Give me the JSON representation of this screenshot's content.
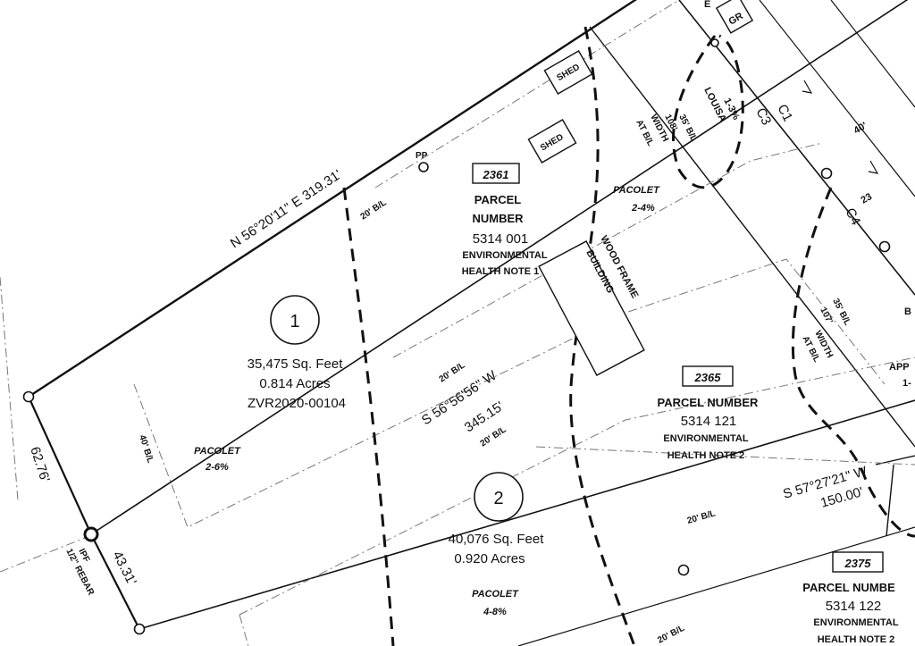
{
  "parcel_2361": {
    "box_number": "2361",
    "line1": "PARCEL",
    "line2": "NUMBER",
    "line3": "5314 001",
    "line4": "ENVIRONMENTAL",
    "line5": "HEALTH NOTE 1"
  },
  "parcel_2365": {
    "box_number": "2365",
    "line1": "PARCEL NUMBER",
    "line2": "5314 121",
    "line3": "ENVIRONMENTAL",
    "line4": "HEALTH NOTE 2"
  },
  "parcel_2375": {
    "box_number": "2375",
    "line1": "PARCEL NUMBE",
    "line2": "5314 122",
    "line3": "ENVIRONMENTAL",
    "line4": "HEALTH NOTE 2"
  },
  "lot_1": {
    "number": "1",
    "area_sqft": "35,475 Sq. Feet",
    "area_acres": "0.814 Acres",
    "case_number": "ZVR2020-00104",
    "soil": "PACOLET",
    "slope": "2-6%"
  },
  "lot_2": {
    "number": "2",
    "area_sqft": "40,076 Sq. Feet",
    "area_acres": "0.920 Acres",
    "soil": "PACOLET",
    "slope": "4-8%"
  },
  "bearings": {
    "north_line": "N 56°20'11\" E 319.31'",
    "middle_line_bearing": "S 56°56'56\" W",
    "middle_line_distance": "345.15'",
    "south_line_bearing": "S 57°27'21\" W",
    "south_line_distance": "150.00'",
    "west_upper": "62.76'",
    "west_lower": "43.31'"
  },
  "labels": {
    "shed_1": "SHED",
    "shed_2": "SHED",
    "power_pole": "PP",
    "ipf": "IPF",
    "rebar": "1/2\" REBAR",
    "bl_20_a": "20' B/L",
    "bl_20_b": "20' B/L",
    "bl_20_c": "20' B/L",
    "bl_20_d": "20' B/L",
    "bl_20_e": "20' B/L",
    "bl_40": "40' B/L",
    "bl_35_a": "35' B/L",
    "width_a_num": "108'",
    "width_a": "WIDTH",
    "width_a_at": "AT B/L",
    "bl_35_b": "35' B/L",
    "width_b_num": "107'",
    "width_b": "WIDTH",
    "width_b_at": "AT B/L",
    "pacolet_mid": "PACOLET",
    "pacolet_mid_slope": "2-4%",
    "louisa": "LOUISA",
    "louisa_slope": "1-3%",
    "wood_frame_1": "WOOD FRAME",
    "wood_frame_2": "BUILDING",
    "curve_c1": "C1",
    "curve_c3": "C3",
    "curve_c4": "C4",
    "road_width": "40'",
    "dim_23": "23",
    "gr_tag": "GR",
    "app_1": "APP",
    "app_2": "1-",
    "edge_e": "E",
    "edge_b": "B"
  }
}
